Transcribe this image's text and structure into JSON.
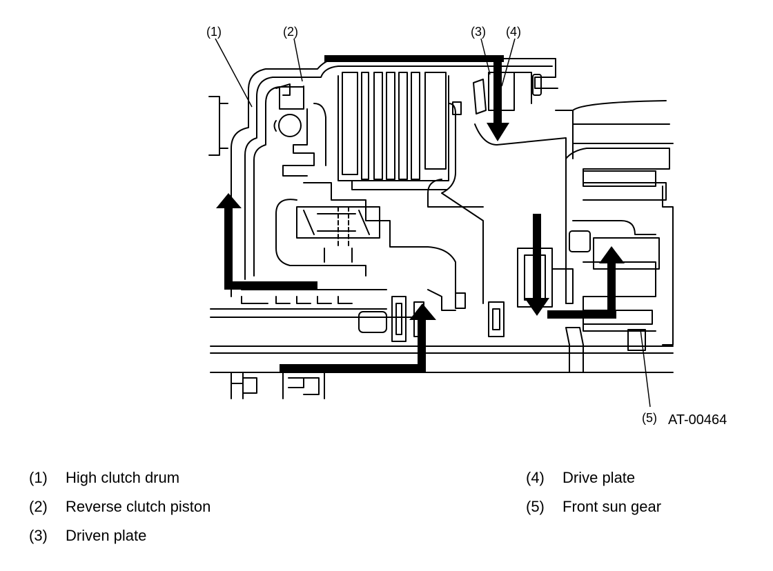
{
  "callouts": {
    "c1": "(1)",
    "c2": "(2)",
    "c3": "(3)",
    "c4": "(4)",
    "c5": "(5)"
  },
  "figure_code": "AT-00464",
  "legend": [
    {
      "num": "(1)",
      "label": "High clutch drum"
    },
    {
      "num": "(2)",
      "label": "Reverse clutch piston"
    },
    {
      "num": "(3)",
      "label": "Driven plate"
    },
    {
      "num": "(4)",
      "label": "Drive plate"
    },
    {
      "num": "(5)",
      "label": "Front sun gear"
    }
  ],
  "colors": {
    "line": "#000000",
    "background": "#ffffff"
  }
}
